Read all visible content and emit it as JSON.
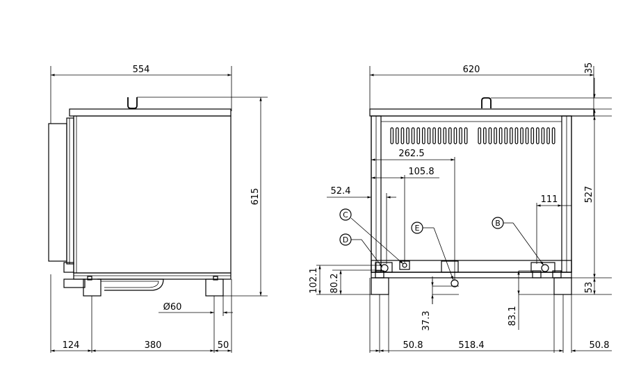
{
  "dimensions": {
    "side_width": "554",
    "side_height": "615",
    "side_foot_diameter": "Ø60",
    "side_bottom_left": "124",
    "side_bottom_mid": "380",
    "side_bottom_right": "50",
    "front_width": "620",
    "front_top_offset": "35",
    "front_height": "527",
    "front_base": "53",
    "front_262": "262.5",
    "front_105": "105.8",
    "front_52": "52.4",
    "front_111": "111",
    "front_102": "102.1",
    "front_80": "80.2",
    "front_37": "37.3",
    "front_83": "83.1",
    "front_bottom_left": "50.8",
    "front_bottom_mid": "518.4",
    "front_bottom_right": "50.8"
  },
  "callouts": {
    "B": "B",
    "C": "C",
    "D": "D",
    "E": "E"
  }
}
